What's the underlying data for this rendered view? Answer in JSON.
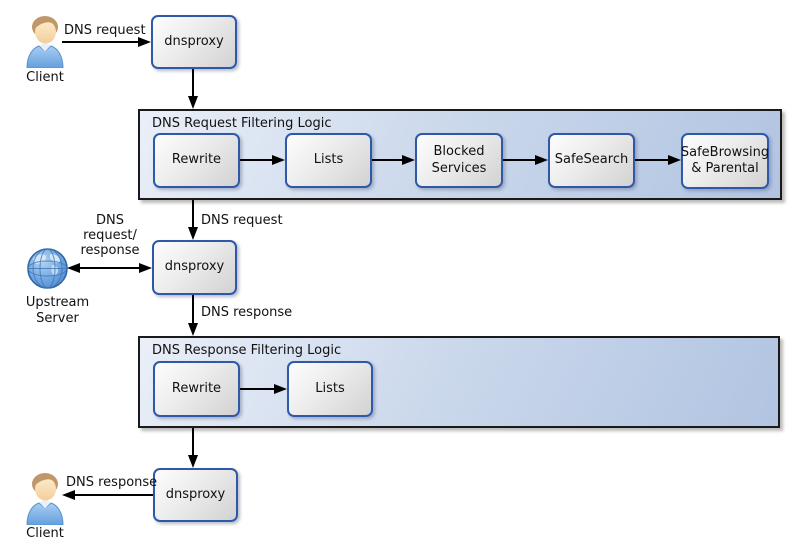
{
  "actors": {
    "client_top": {
      "label": "Client"
    },
    "upstream_server": {
      "label": "Upstream\nServer"
    },
    "client_bottom": {
      "label": "Client"
    }
  },
  "proxies": {
    "top": {
      "label": "dnsproxy"
    },
    "middle": {
      "label": "dnsproxy"
    },
    "bottom": {
      "label": "dnsproxy"
    }
  },
  "request_filtering": {
    "title": "DNS Request Filtering Logic",
    "steps": [
      {
        "label": "Rewrite"
      },
      {
        "label": "Lists"
      },
      {
        "label": "Blocked\nServices"
      },
      {
        "label": "SafeSearch"
      },
      {
        "label": "SafeBrowsing\n& Parental"
      }
    ]
  },
  "response_filtering": {
    "title": "DNS Response Filtering Logic",
    "steps": [
      {
        "label": "Rewrite"
      },
      {
        "label": "Lists"
      }
    ]
  },
  "edge_labels": {
    "client_to_proxy": "DNS request",
    "filter_to_proxy": "DNS request",
    "upstream_exchange": "DNS\nrequest/\nresponse",
    "proxy_to_response_filter": "DNS response",
    "proxy_to_client": "DNS response"
  },
  "colors": {
    "node_border": "#2e59a8",
    "container_border": "#1a1a1a",
    "container_fill_light": "#eaeff8",
    "container_fill_dark": "#b1c4e1",
    "node_fill_light": "#fdfdfd",
    "node_fill_dark": "#d2d2d2",
    "arrow": "#000000"
  }
}
